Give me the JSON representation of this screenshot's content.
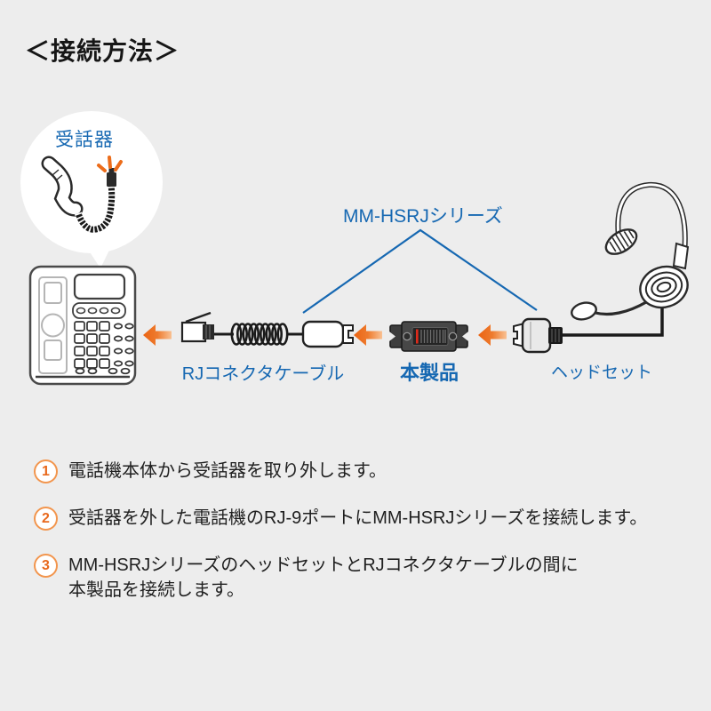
{
  "title": "＜接続方法＞",
  "colors": {
    "background": "#ededed",
    "label_blue": "#1668b2",
    "arrow_orange": "#ec6c1a",
    "step_number_orange": "#e8681c",
    "adapter_marker_red": "#de2b1b",
    "text_dark": "#1f1f1f"
  },
  "icons": {
    "arrow": "arrow-left-icon",
    "spark": "spark-icon"
  },
  "diagram": {
    "bubble_label": "受話器",
    "series_label": "MM-HSRJシリーズ",
    "cable_label": "RJコネクタケーブル",
    "product_label": "本製品",
    "headset_label": "ヘッドセット"
  },
  "steps": [
    {
      "num": "1",
      "lines": [
        "電話機本体から受話器を取り外します。"
      ]
    },
    {
      "num": "2",
      "lines": [
        "受話器を外した電話機のRJ-9ポートにMM-HSRJシリーズを接続します。"
      ]
    },
    {
      "num": "3",
      "lines": [
        "MM-HSRJシリーズのヘッドセットとRJコネクタケーブルの間に",
        "本製品を接続します。"
      ]
    }
  ]
}
